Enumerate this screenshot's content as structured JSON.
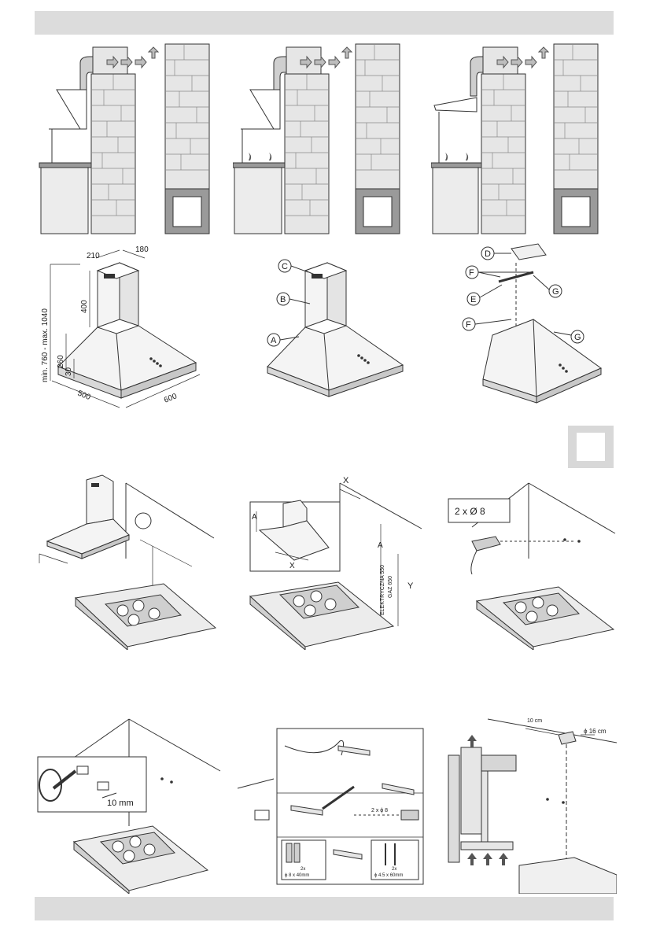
{
  "dimensions_figure": {
    "width_top": "210",
    "depth_top": "180",
    "chimney_height": "400",
    "range_height": "min. 760 - max. 1040",
    "hood_height": "260",
    "rim_height": "30",
    "width_front": "500",
    "width_side": "600"
  },
  "parts_figure": {
    "label_a": "A",
    "label_b": "B",
    "label_c": "C"
  },
  "fixings_figure": {
    "label_d": "D",
    "label_e": "E",
    "label_f_top": "F",
    "label_f_bottom": "F",
    "label_g_top": "G",
    "label_g_bottom": "G"
  },
  "install_step_2": {
    "label_x_top": "X",
    "label_x_inset": "X",
    "label_a_inset": "A",
    "label_a_wall": "A",
    "label_y": "Y",
    "label_electric": "ELEKTRYCZNA 550",
    "label_gas": "GAZ 650"
  },
  "install_step_3": {
    "drill_spec": "2 x Ø 8"
  },
  "install_step_4": {
    "screw_depth": "10 mm"
  },
  "install_step_5": {
    "drill_small": "2 x ϕ 8",
    "plug_qty": "2x",
    "plug_size": "ϕ 8 x 40mm",
    "screw_qty": "2x",
    "screw_size": "ϕ 4.5 x 60mm"
  },
  "install_step_6": {
    "distance": "10 cm",
    "pipe_diameter": "ϕ 16 cm"
  }
}
